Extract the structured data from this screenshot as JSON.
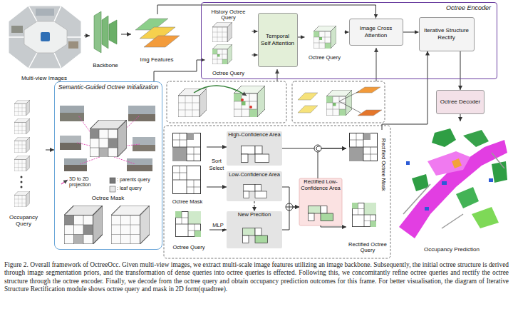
{
  "diagram": {
    "caption": "Figure 2. Overall framework of OctreeOcc. Given multi-view images, we extract multi-scale image features utilizing an image backbone. Subsequently, the initial octree structure is derived through image segmentation priors, and the transformation of dense queries into octree queries is effected. Following this, we concomitantly refine octree queries and rectify the octree structure through the octree encoder. Finally, we decode from the octree query and obtain occupancy prediction outcomes for this frame. For better visualisation, the diagram of Iterative Structure Rectification module shows octree query and mask in 2D form(quadtree).",
    "nodes": [
      {
        "text": [
          "Multi-view Images"
        ]
      },
      {
        "text": [
          "Backbone"
        ]
      },
      {
        "text": [
          "Img Features"
        ]
      },
      {
        "text": [
          "Octree Encoder"
        ]
      },
      {
        "text": [
          "History Octree Query"
        ],
        "in": 3
      },
      {
        "text": [
          "Octree Query"
        ],
        "in": 3
      },
      {
        "text": [
          "Temporal Self Attention"
        ],
        "in": 3
      },
      {
        "text": [
          "Octree Query"
        ],
        "in": 3
      },
      {
        "text": [
          "Image Cross Attention"
        ],
        "in": 3
      },
      {
        "text": [
          "Iterative Structure Rectify"
        ],
        "in": 3
      },
      {
        "text": [
          "Octree Decoder"
        ]
      },
      {
        "text": [
          "Occupancy Query"
        ]
      },
      {
        "text": [
          "Semantic-Guided Octree Initialization"
        ]
      },
      {
        "text": [
          "Octree Mask"
        ],
        "in": 12
      },
      {
        "text": [
          "Octree Mask"
        ]
      },
      {
        "text": [
          "High-Confidence Area"
        ]
      },
      {
        "text": [
          "Low-Confidence Area"
        ]
      },
      {
        "text": [
          "Octree Query"
        ]
      },
      {
        "text": [
          "New Precition"
        ]
      },
      {
        "text": [
          "Rectified Low-Confidence Area"
        ]
      },
      {
        "text": [
          "Rectified Octree Mask"
        ]
      },
      {
        "text": [
          "Rectified Octree Query"
        ]
      },
      {
        "text": [
          "Occupancy Prediction"
        ]
      }
    ],
    "edges": [
      {
        "from": 0,
        "to": 1,
        "arrow": "to"
      },
      {
        "from": 1,
        "to": 2,
        "arrow": "to"
      },
      {
        "from": 2,
        "to": 8,
        "arrow": "to"
      },
      {
        "from": 4,
        "to": 6,
        "arrow": "to"
      },
      {
        "from": 5,
        "to": 6,
        "arrow": "to"
      },
      {
        "from": 6,
        "to": 7,
        "arrow": "to"
      },
      {
        "from": 7,
        "to": 8,
        "arrow": "to"
      },
      {
        "from": 8,
        "to": 9,
        "arrow": "to"
      },
      {
        "from": 9,
        "to": 10,
        "arrow": "to"
      },
      {
        "from": 10,
        "to": 22,
        "arrow": "to"
      },
      {
        "from": 11,
        "to": 12,
        "arrow": "to"
      },
      {
        "from": 12,
        "to": 5,
        "arrow": "to"
      },
      {
        "from": 14,
        "to": 15,
        "arrow": "to"
      },
      {
        "from": 14,
        "to": 16,
        "arrow": "to"
      },
      {
        "from": 16,
        "to": 18,
        "arrow": "to"
      },
      {
        "from": 17,
        "to": 18,
        "label": "MLP",
        "arrow": "to"
      },
      {
        "from": 16,
        "to": 19,
        "arrow": "to"
      },
      {
        "from": 18,
        "to": 19,
        "arrow": "to"
      },
      {
        "from": 15,
        "to": 20,
        "arrow": "to"
      },
      {
        "from": 19,
        "to": 20,
        "arrow": "to"
      },
      {
        "from": 19,
        "to": 21,
        "arrow": "to"
      },
      {
        "from": 20,
        "to": 9,
        "arrow": "to"
      }
    ],
    "labels": [
      "3D to 2D projection",
      ": parents query",
      ": leaf query",
      "Sort",
      "Select"
    ]
  }
}
